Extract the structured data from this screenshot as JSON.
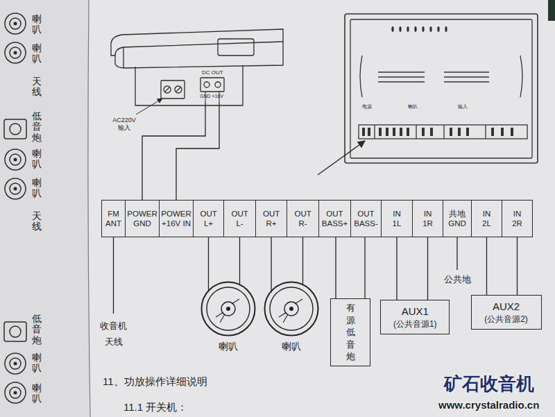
{
  "diagram": {
    "nodes": [
      {
        "text": [
          "FM ANT"
        ]
      },
      {
        "text": [
          "POWER GND"
        ]
      },
      {
        "text": [
          "POWER +16V IN"
        ]
      },
      {
        "text": [
          "OUT L+"
        ]
      },
      {
        "text": [
          "OUT L-"
        ]
      },
      {
        "text": [
          "OUT R+"
        ]
      },
      {
        "text": [
          "OUT R-"
        ]
      },
      {
        "text": [
          "OUT BASS+"
        ]
      },
      {
        "text": [
          "OUT BASS-"
        ]
      },
      {
        "text": [
          "IN 1L"
        ]
      },
      {
        "text": [
          "IN 1R"
        ]
      },
      {
        "text": [
          "共地 GND"
        ]
      },
      {
        "text": [
          "IN 2L"
        ]
      },
      {
        "text": [
          "IN 2R"
        ]
      },
      {
        "text": [
          "喇叭"
        ]
      },
      {
        "text": [
          "喇叭"
        ]
      },
      {
        "text": [
          "有源 低音炮"
        ]
      },
      {
        "text": [
          "AUX1",
          "(公共音源1)"
        ]
      },
      {
        "text": [
          "AUX2",
          "(公共音源2)"
        ]
      }
    ],
    "edges": [
      {
        "from": 3,
        "to": 14,
        "arrow": "none"
      },
      {
        "from": 4,
        "to": 14,
        "arrow": "none"
      },
      {
        "from": 5,
        "to": 15,
        "arrow": "none"
      },
      {
        "from": 6,
        "to": 15,
        "arrow": "none"
      },
      {
        "from": 7,
        "to": 16,
        "arrow": "none"
      },
      {
        "from": 8,
        "to": 16,
        "arrow": "none"
      },
      {
        "from": 9,
        "to": 17,
        "arrow": "none"
      },
      {
        "from": 10,
        "to": 17,
        "arrow": "none"
      },
      {
        "from": 12,
        "to": 18,
        "arrow": "none"
      },
      {
        "from": 13,
        "to": 18,
        "arrow": "none"
      }
    ],
    "labels": [
      "喇叭",
      "喇叭",
      "天线",
      "低音炮",
      "喇叭",
      "喇叭",
      "天线",
      "低音炮",
      "喇叭",
      "喇叭",
      "DC OUT",
      "GND +16V",
      "AC220V 输入",
      "电源",
      "喇叭",
      "输入",
      "收音机 天线",
      "公共地",
      "11、功放操作详细说明",
      "11.1 开关机：",
      "矿石收音机",
      "www.crystalradio.cn"
    ]
  }
}
